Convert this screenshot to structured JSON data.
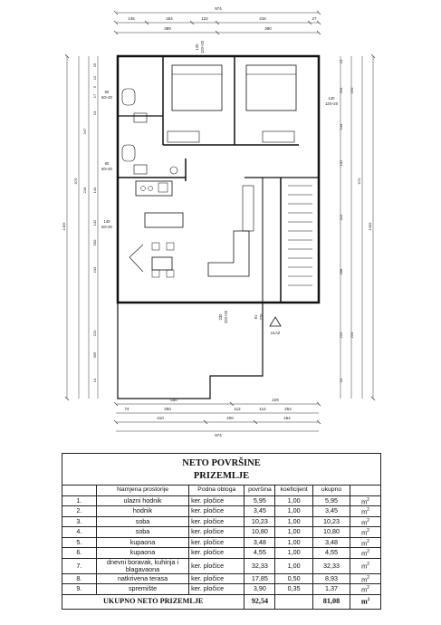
{
  "plan": {
    "dims_top": {
      "overall": "974",
      "row1": [
        "145",
        "264",
        "122",
        "416",
        "27"
      ],
      "row2": [
        "389",
        "390"
      ]
    },
    "dims_bottom": {
      "row1": [
        "550",
        "229"
      ],
      "row2": [
        "74",
        "250",
        "112",
        "112",
        "254"
      ],
      "row3": [
        "410",
        "200",
        "264"
      ],
      "overall": "974"
    },
    "dims_left": {
      "inner": [
        "25",
        "12",
        "5",
        "17",
        "24",
        "144",
        "142",
        "500",
        "243",
        "220",
        "365",
        "14"
      ],
      "mid": [
        "247",
        "218",
        "970"
      ],
      "outer": [
        "1495"
      ]
    },
    "dims_right": {
      "inner": [
        "14",
        "264",
        "144",
        "102",
        "116",
        "288",
        "225",
        "14"
      ],
      "mid": [
        "250",
        "970",
        "220"
      ],
      "outer": [
        "1495"
      ]
    },
    "openings": [
      {
        "size": "120",
        "sub": "120+20"
      },
      {
        "size": "60",
        "sub": "60+20"
      },
      {
        "size": "120",
        "sub": "120+20"
      },
      {
        "size": "60",
        "sub": "60+20"
      },
      {
        "size": "140",
        "sub": "60+20"
      },
      {
        "size": "230",
        "sub": "220+20"
      },
      {
        "size": "91",
        "sub": "220"
      }
    ],
    "entrance_label": "ULAZ"
  },
  "table": {
    "title_line1": "NETO POVRŠINE",
    "title_line2": "PRIZEMLJE",
    "headers": {
      "name": "Namjena prostorije",
      "floor": "Podna obloga",
      "area": "površina",
      "coef": "koeficijent",
      "total": "ukupno"
    },
    "unit": "m",
    "unit_exp": "2",
    "rows": [
      {
        "no": "1.",
        "name": "ulazni hodnik",
        "floor": "ker. pločice",
        "area": "5,95",
        "coef": "1,00",
        "total": "5,95"
      },
      {
        "no": "2.",
        "name": "hodnik",
        "floor": "ker. pločice",
        "area": "3,45",
        "coef": "1,00",
        "total": "3,45"
      },
      {
        "no": "3.",
        "name": "soba",
        "floor": "ker. pločice",
        "area": "10,23",
        "coef": "1,00",
        "total": "10,23"
      },
      {
        "no": "4.",
        "name": "soba",
        "floor": "ker. pločice",
        "area": "10,80",
        "coef": "1,00",
        "total": "10,80"
      },
      {
        "no": "5.",
        "name": "kupaona",
        "floor": "ker. pločice",
        "area": "3,48",
        "coef": "1,00",
        "total": "3,48"
      },
      {
        "no": "6.",
        "name": "kupaona",
        "floor": "ker. pločice",
        "area": "4,55",
        "coef": "1,00",
        "total": "4,55"
      },
      {
        "no": "7.",
        "name": "dnevni boravak, kuhinja i blagavaona",
        "floor": "ker. pločice",
        "area": "32,33",
        "coef": "1,00",
        "total": "32,33"
      },
      {
        "no": "8.",
        "name": "natkrivena terasa",
        "floor": "ker. pločice",
        "area": "17,85",
        "coef": "0,50",
        "total": "8,93"
      },
      {
        "no": "9.",
        "name": "spremište",
        "floor": "ker. pločice",
        "area": "3,90",
        "coef": "0,35",
        "total": "1,37"
      }
    ],
    "sum": {
      "label": "UKUPNO NETO PRIZEMLJE",
      "area": "92,54",
      "total": "81,08"
    }
  }
}
